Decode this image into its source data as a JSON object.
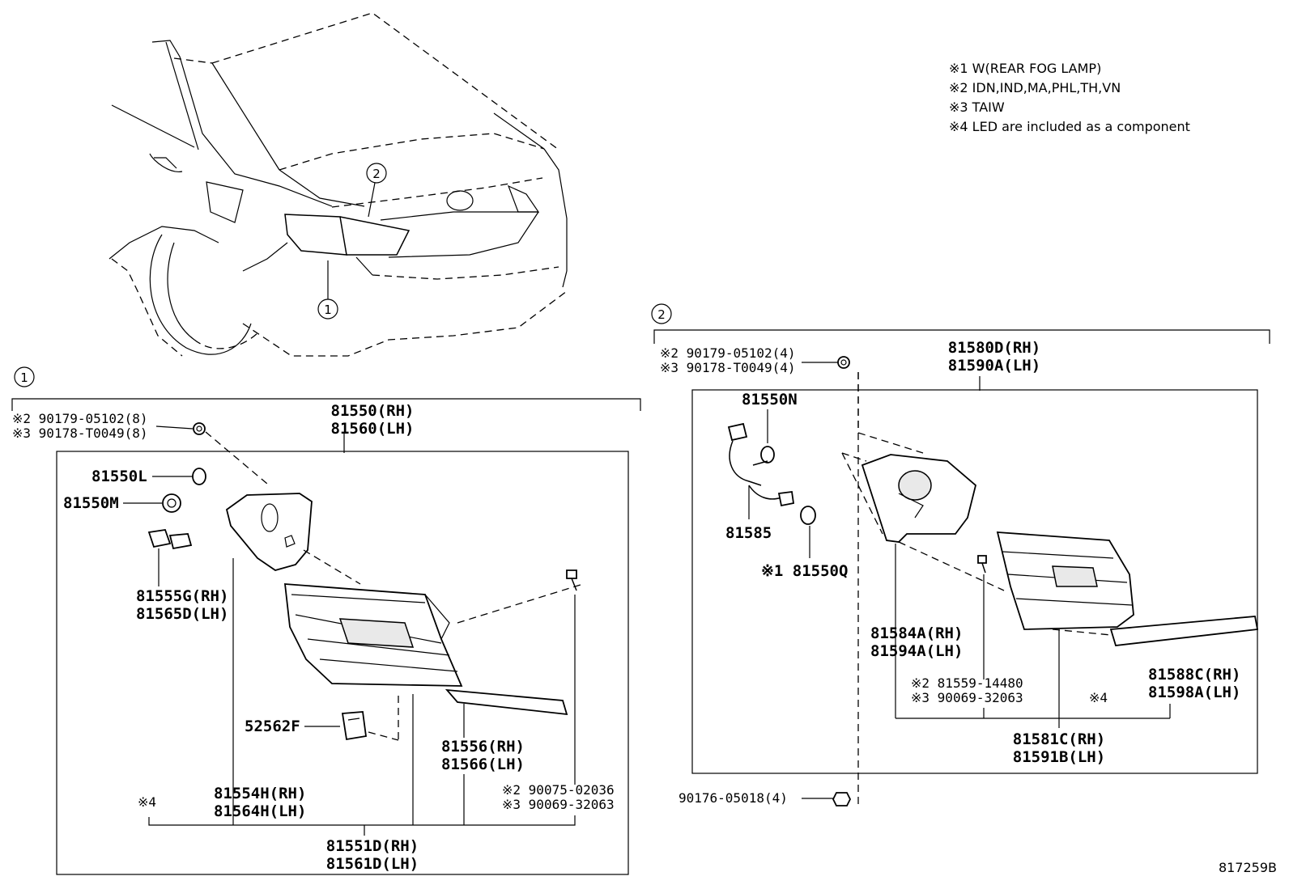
{
  "notes": [
    "※1 W(REAR FOG LAMP)",
    "※2 IDN,IND,MA,PHL,TH,VN",
    "※3 TAIW",
    "※4 LED are included as a component"
  ],
  "callouts": {
    "one": "1",
    "two": "2"
  },
  "diagram_ref": "817259B",
  "group1": {
    "header_rh": "81550(RH)",
    "header_lh": "81560(LH)",
    "screw_a": "※2 90179-05102(8)",
    "screw_b": "※3 90178-T0049(8)",
    "bulb_l": "81550L",
    "socket_m": "81550M",
    "socket_rh": "81555G(RH)",
    "socket_lh": "81565D(LH)",
    "clip": "52562F",
    "gasket_rh": "81554H(RH)",
    "gasket_lh": "81564H(LH)",
    "lens_rh": "81556(RH)",
    "lens_lh": "81566(LH)",
    "bolt_a": "※2 90075-02036",
    "bolt_b": "※3 90069-32063",
    "star4": "※4",
    "unit_rh": "81551D(RH)",
    "unit_lh": "81561D(LH)"
  },
  "group2": {
    "header_rh": "81580D(RH)",
    "header_lh": "81590A(LH)",
    "screw_a": "※2 90179-05102(4)",
    "screw_b": "※3 90178-T0049(4)",
    "bulb_n": "81550N",
    "wire": "81585",
    "bulb_q": "※1 81550Q",
    "gasket_rh": "81584A(RH)",
    "gasket_lh": "81594A(LH)",
    "bolt_a": "※2 81559-14480",
    "bolt_b": "※3 90069-32063",
    "star4": "※4",
    "lens_rh": "81588C(RH)",
    "lens_lh": "81598A(LH)",
    "unit_rh": "81581C(RH)",
    "unit_lh": "81591B(LH)",
    "nut": "90176-05018(4)"
  }
}
